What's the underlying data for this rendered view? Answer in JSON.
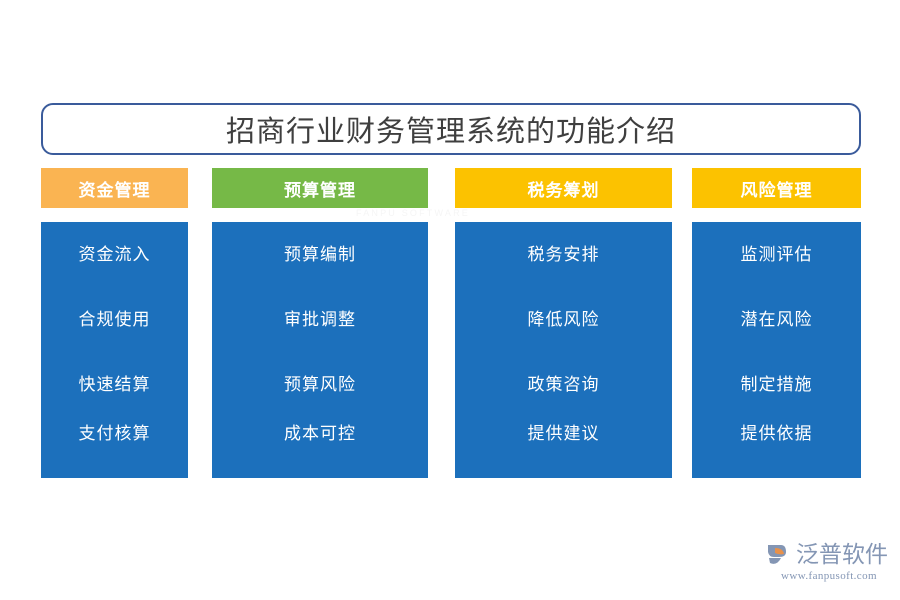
{
  "slide": {
    "background": "#ffffff",
    "title": "招商行业财务管理系统的功能介绍",
    "title_border_color": "#3a5b9b"
  },
  "watermark": {
    "cn": "泛普软件",
    "en": "FANPU SOFTWARE",
    "mark": "leaf-logo-icon"
  },
  "columns": [
    {
      "header": "资金管理",
      "header_color": "#fab452",
      "body_color": "#1c70bc",
      "items": [
        "资金流入",
        "合规使用",
        "快速结算",
        "支付核算"
      ]
    },
    {
      "header": "预算管理",
      "header_color": "#76b947",
      "body_color": "#1c70bc",
      "items": [
        "预算编制",
        "审批调整",
        "预算风险",
        "成本可控"
      ]
    },
    {
      "header": "税务筹划",
      "header_color": "#fcc200",
      "body_color": "#1c70bc",
      "items": [
        "税务安排",
        "降低风险",
        "政策咨询",
        "提供建议"
      ]
    },
    {
      "header": "风险管理",
      "header_color": "#fcc200",
      "body_color": "#1c70bc",
      "items": [
        "监测评估",
        "潜在风险",
        "制定措施",
        "提供依据"
      ]
    }
  ],
  "logo": {
    "cn": "泛普软件",
    "url": "www.fanpusoft.com",
    "mark": "fanpu-logo-icon",
    "color": "#8496b4",
    "accent": "#e8914a"
  }
}
